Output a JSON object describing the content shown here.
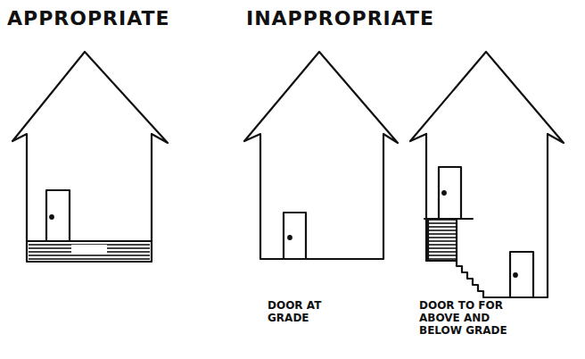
{
  "diagram": {
    "labels": [
      "APPROPRIATE",
      "INAPPROPRIATE",
      "DOOR AT GRADE",
      "DOOR TO FOR ABOVE AND BELOW GRADE"
    ]
  }
}
